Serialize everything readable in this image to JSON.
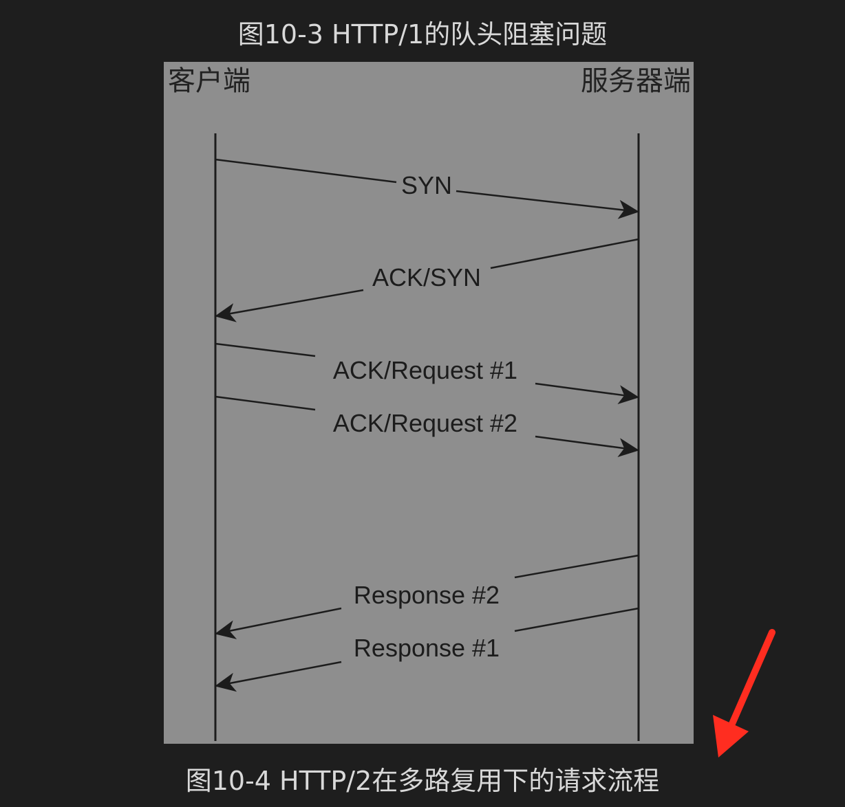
{
  "captions": {
    "top": "图10-3 HTTP/1的队头阻塞问题",
    "bottom": "图10-4 HTTP/2在多路复用下的请求流程"
  },
  "diagram": {
    "actors": {
      "client": "客户端",
      "server": "服务器端"
    },
    "messages": [
      {
        "label": "SYN",
        "direction": "client-to-server"
      },
      {
        "label": "ACK/SYN",
        "direction": "server-to-client"
      },
      {
        "label": "ACK/Request #1",
        "direction": "client-to-server"
      },
      {
        "label": "ACK/Request #2",
        "direction": "client-to-server"
      },
      {
        "label": "Response #2",
        "direction": "server-to-client"
      },
      {
        "label": "Response #1",
        "direction": "server-to-client"
      }
    ]
  },
  "annotation": {
    "icon": "red-arrow-icon",
    "color": "#ff2d20"
  },
  "colors": {
    "background": "#1e1e1e",
    "panel": "#8e8e8e",
    "ink": "#1c1c1c",
    "caption": "#d9d9d9"
  }
}
